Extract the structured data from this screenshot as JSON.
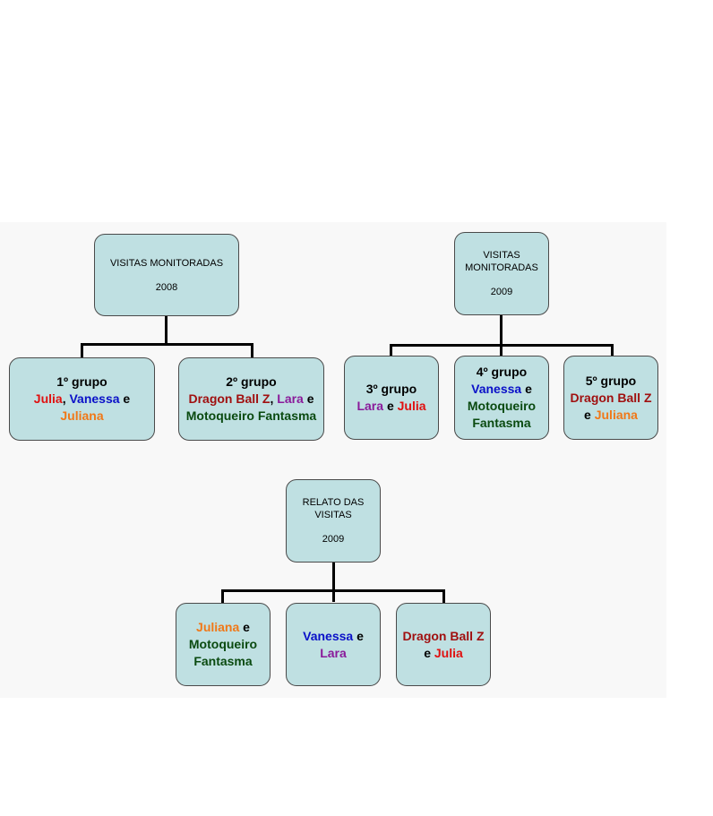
{
  "colors": {
    "box_fill": "#bfe0e2",
    "red": "#e01010",
    "blue": "#0a10c8",
    "orange": "#f07818",
    "maroon": "#a01010",
    "purple": "#8a1a9a",
    "green": "#0a4a10"
  },
  "chart_2008": {
    "root": {
      "title": "VISITAS MONITORADAS",
      "year": "2008"
    },
    "group1": {
      "title": "1º grupo",
      "p1": "Julia",
      "p2": ",",
      "p3": "Vanessa",
      "p4": "e",
      "p5": "Juliana"
    },
    "group2": {
      "title": "2º grupo",
      "p1": "Dragon Ball Z",
      "p2": ",",
      "p3": "Lara",
      "p4": "e",
      "p5": "Motoqueiro Fantasma"
    }
  },
  "chart_2009": {
    "root": {
      "title_l1": "VISITAS",
      "title_l2": "MONITORADAS",
      "year": "2009"
    },
    "group3": {
      "title": "3º grupo",
      "p1": "Lara",
      "p2": "e",
      "p3": "Julia"
    },
    "group4": {
      "title": "4º grupo",
      "p1": "Vanessa",
      "p2": "e",
      "p3": "Motoqueiro",
      "p4": "Fantasma"
    },
    "group5": {
      "title": "5º grupo",
      "p1": "Dragon Ball Z",
      "p2": "e",
      "p3": "Juliana"
    }
  },
  "chart_relato": {
    "root": {
      "title_l1": "RELATO DAS",
      "title_l2": "VISITAS",
      "year": "2009"
    },
    "child1": {
      "p1": "Juliana",
      "p2": "e",
      "p3": "Motoqueiro",
      "p4": "Fantasma"
    },
    "child2": {
      "p1": "Vanessa",
      "p2": "e",
      "p3": "Lara"
    },
    "child3": {
      "p1": "Dragon Ball Z",
      "p2": "e",
      "p3": "Julia"
    }
  }
}
